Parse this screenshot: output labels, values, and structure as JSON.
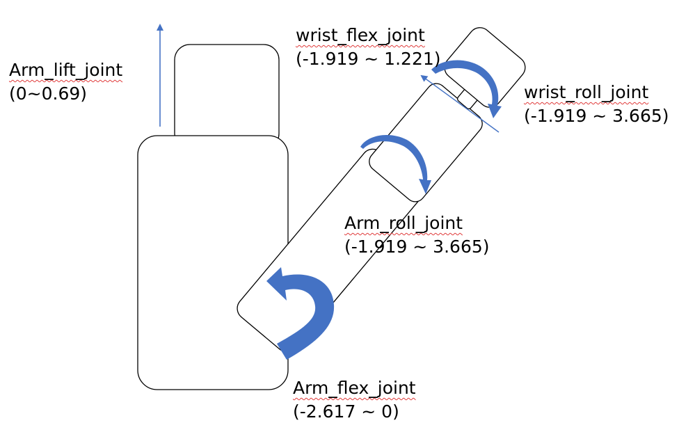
{
  "joints": {
    "arm_lift": {
      "name": "Arm_lift_joint",
      "range": "(0~0.69)"
    },
    "wrist_flex": {
      "name": "wrist_flex_joint",
      "range": "(-1.919 ~ 1.221)"
    },
    "wrist_roll": {
      "name": "wrist_roll_joint",
      "range": "(-1.919 ~ 3.665)"
    },
    "arm_roll": {
      "name": "Arm_roll_joint",
      "range": "(-1.919 ~ 3.665)"
    },
    "arm_flex": {
      "name": "Arm_flex_joint",
      "range": "(-2.617 ~ 0)"
    }
  },
  "colors": {
    "arrow_fill": "#4472C4",
    "arrow_line": "#4472C4",
    "outline": "#000000",
    "spellcheck_underline": "#E03A3A"
  }
}
